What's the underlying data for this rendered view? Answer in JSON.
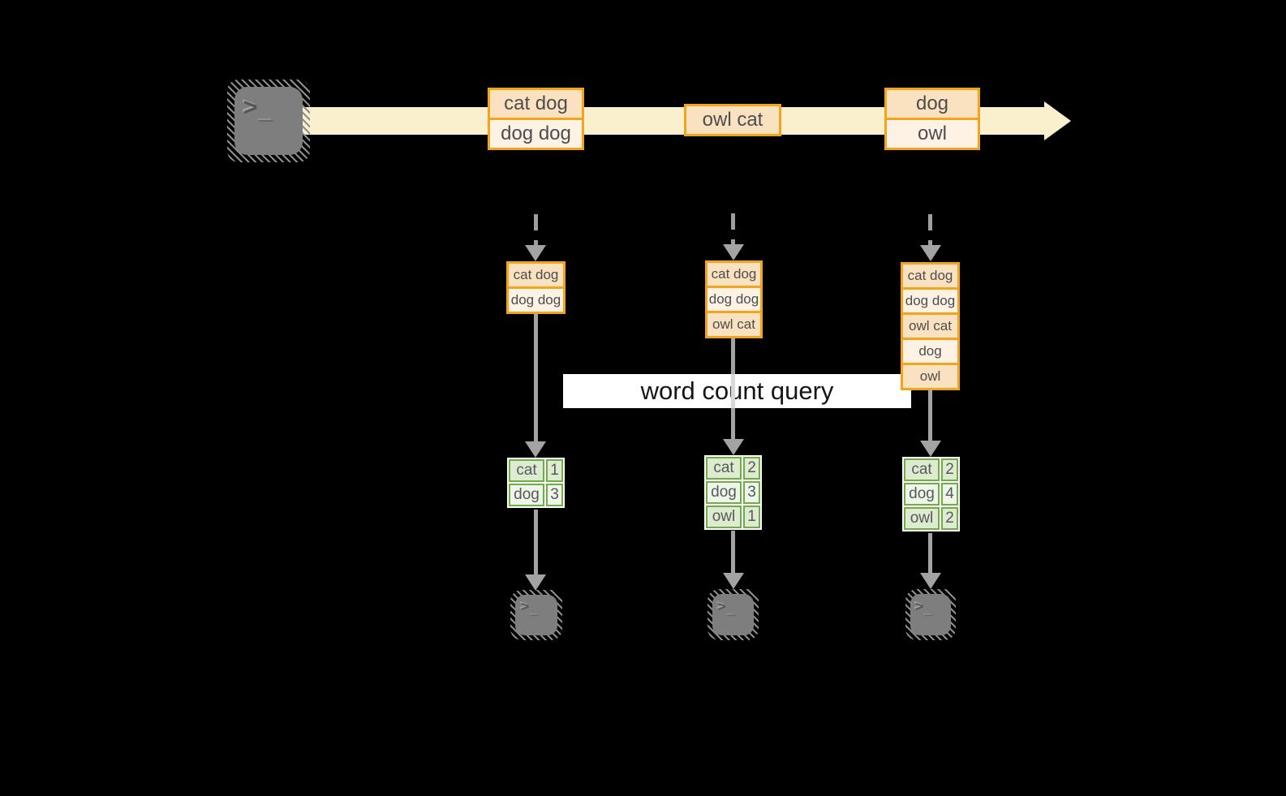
{
  "banner": {
    "label": "word count query"
  },
  "stream": {
    "groups": [
      {
        "items": [
          "cat dog",
          "dog dog"
        ]
      },
      {
        "items": [
          "owl cat"
        ]
      },
      {
        "items": [
          "dog",
          "owl"
        ]
      }
    ]
  },
  "columns": [
    {
      "buffer": [
        "cat dog",
        "dog dog"
      ],
      "counts": [
        {
          "word": "cat",
          "count": "1"
        },
        {
          "word": "dog",
          "count": "3"
        }
      ]
    },
    {
      "buffer": [
        "cat dog",
        "dog dog",
        "owl cat"
      ],
      "counts": [
        {
          "word": "cat",
          "count": "2"
        },
        {
          "word": "dog",
          "count": "3"
        },
        {
          "word": "owl",
          "count": "1"
        }
      ]
    },
    {
      "buffer": [
        "cat dog",
        "dog dog",
        "owl cat",
        "dog",
        "owl"
      ],
      "counts": [
        {
          "word": "cat",
          "count": "2"
        },
        {
          "word": "dog",
          "count": "4"
        },
        {
          "word": "owl",
          "count": "2"
        }
      ]
    }
  ],
  "icons": {
    "source": "terminal-icon",
    "sinks": [
      "terminal-icon",
      "terminal-icon",
      "terminal-icon"
    ],
    "prompt_glyph": ">",
    "cursor_glyph": "_"
  },
  "colors": {
    "background": "#000000",
    "stream_band": "#faf0cd",
    "event_border": "#f2a41c",
    "event_fill_dark": "#fae2c0",
    "event_fill_light": "#fdf2e4",
    "table_border": "#70ad47",
    "table_fill_dark": "#ddebd1",
    "table_fill_light": "#eef5e9",
    "arrow_gray": "#a3a3a3",
    "banner_background": "#ffffff",
    "terminal_gray": "#7e7e7e"
  }
}
